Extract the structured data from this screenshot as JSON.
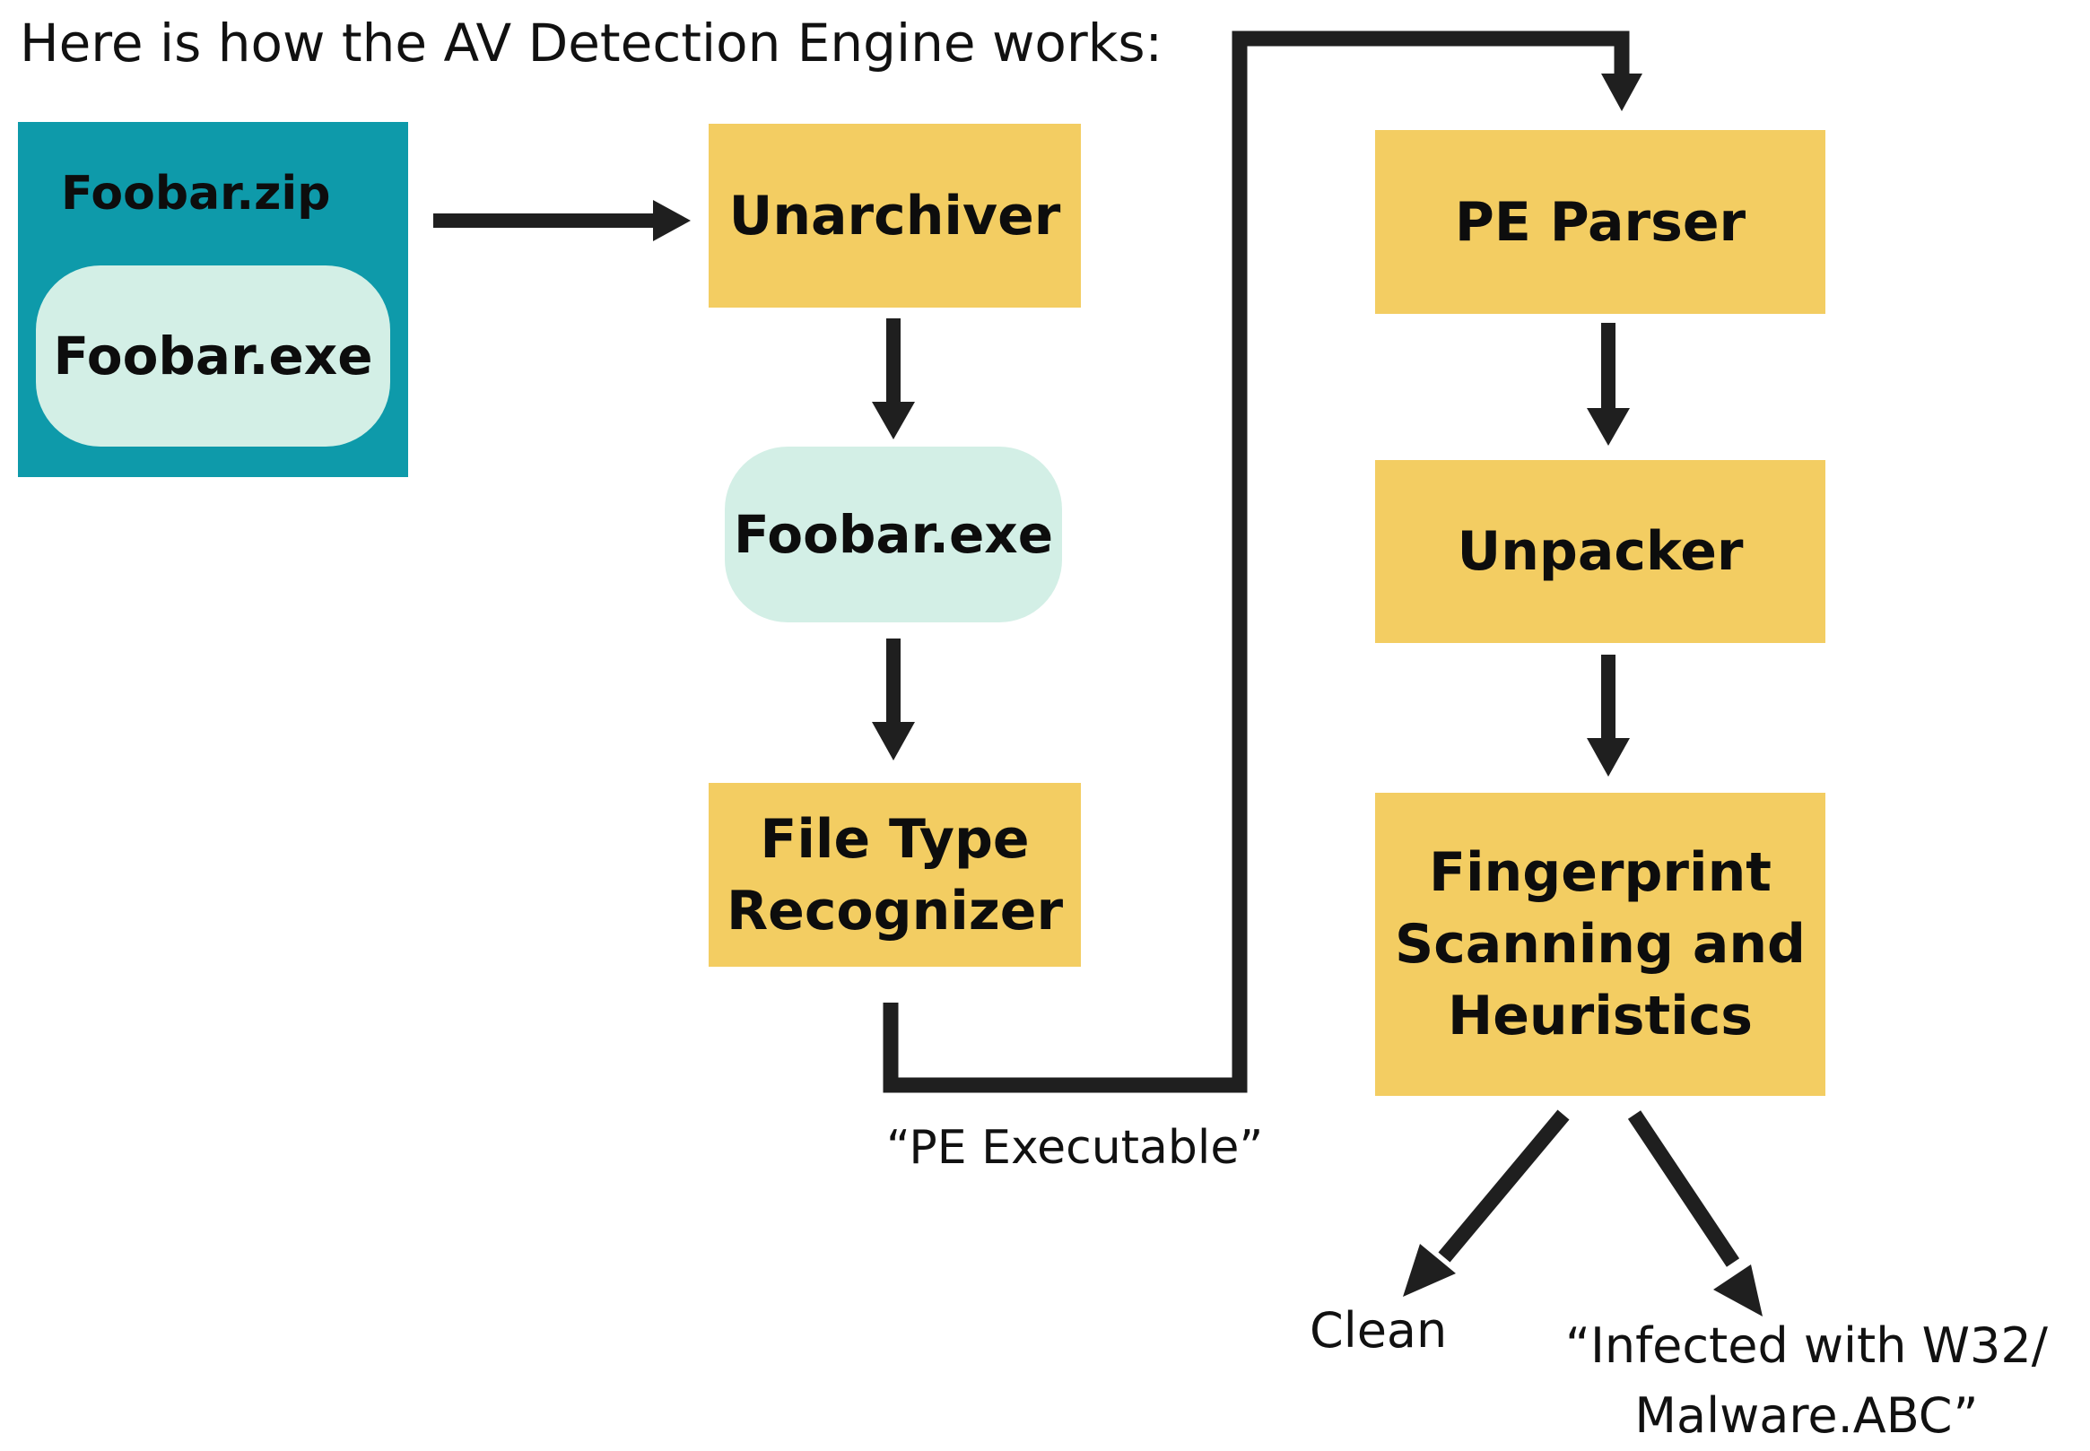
{
  "heading": "Here is how the AV Detection Engine works:",
  "archive": {
    "container_label": "Foobar.zip",
    "inner_file": "Foobar.exe"
  },
  "nodes": {
    "unarchiver": "Unarchiver",
    "extracted_file": "Foobar.exe",
    "file_type_recognizer": "File Type\nRecognizer",
    "pe_parser": "PE Parser",
    "unpacker": "Unpacker",
    "fingerprint": "Fingerprint\nScanning and\nHeuristics"
  },
  "edge_labels": {
    "pe_executable": "“PE Executable”"
  },
  "outcomes": {
    "clean": "Clean",
    "infected": "“Infected with W32/\nMalware.ABC”"
  },
  "colors": {
    "process_box": "#f3cd62",
    "file_box": "#d3efe6",
    "archive_box": "#0e9aaa",
    "arrow": "#1f1f1f"
  }
}
